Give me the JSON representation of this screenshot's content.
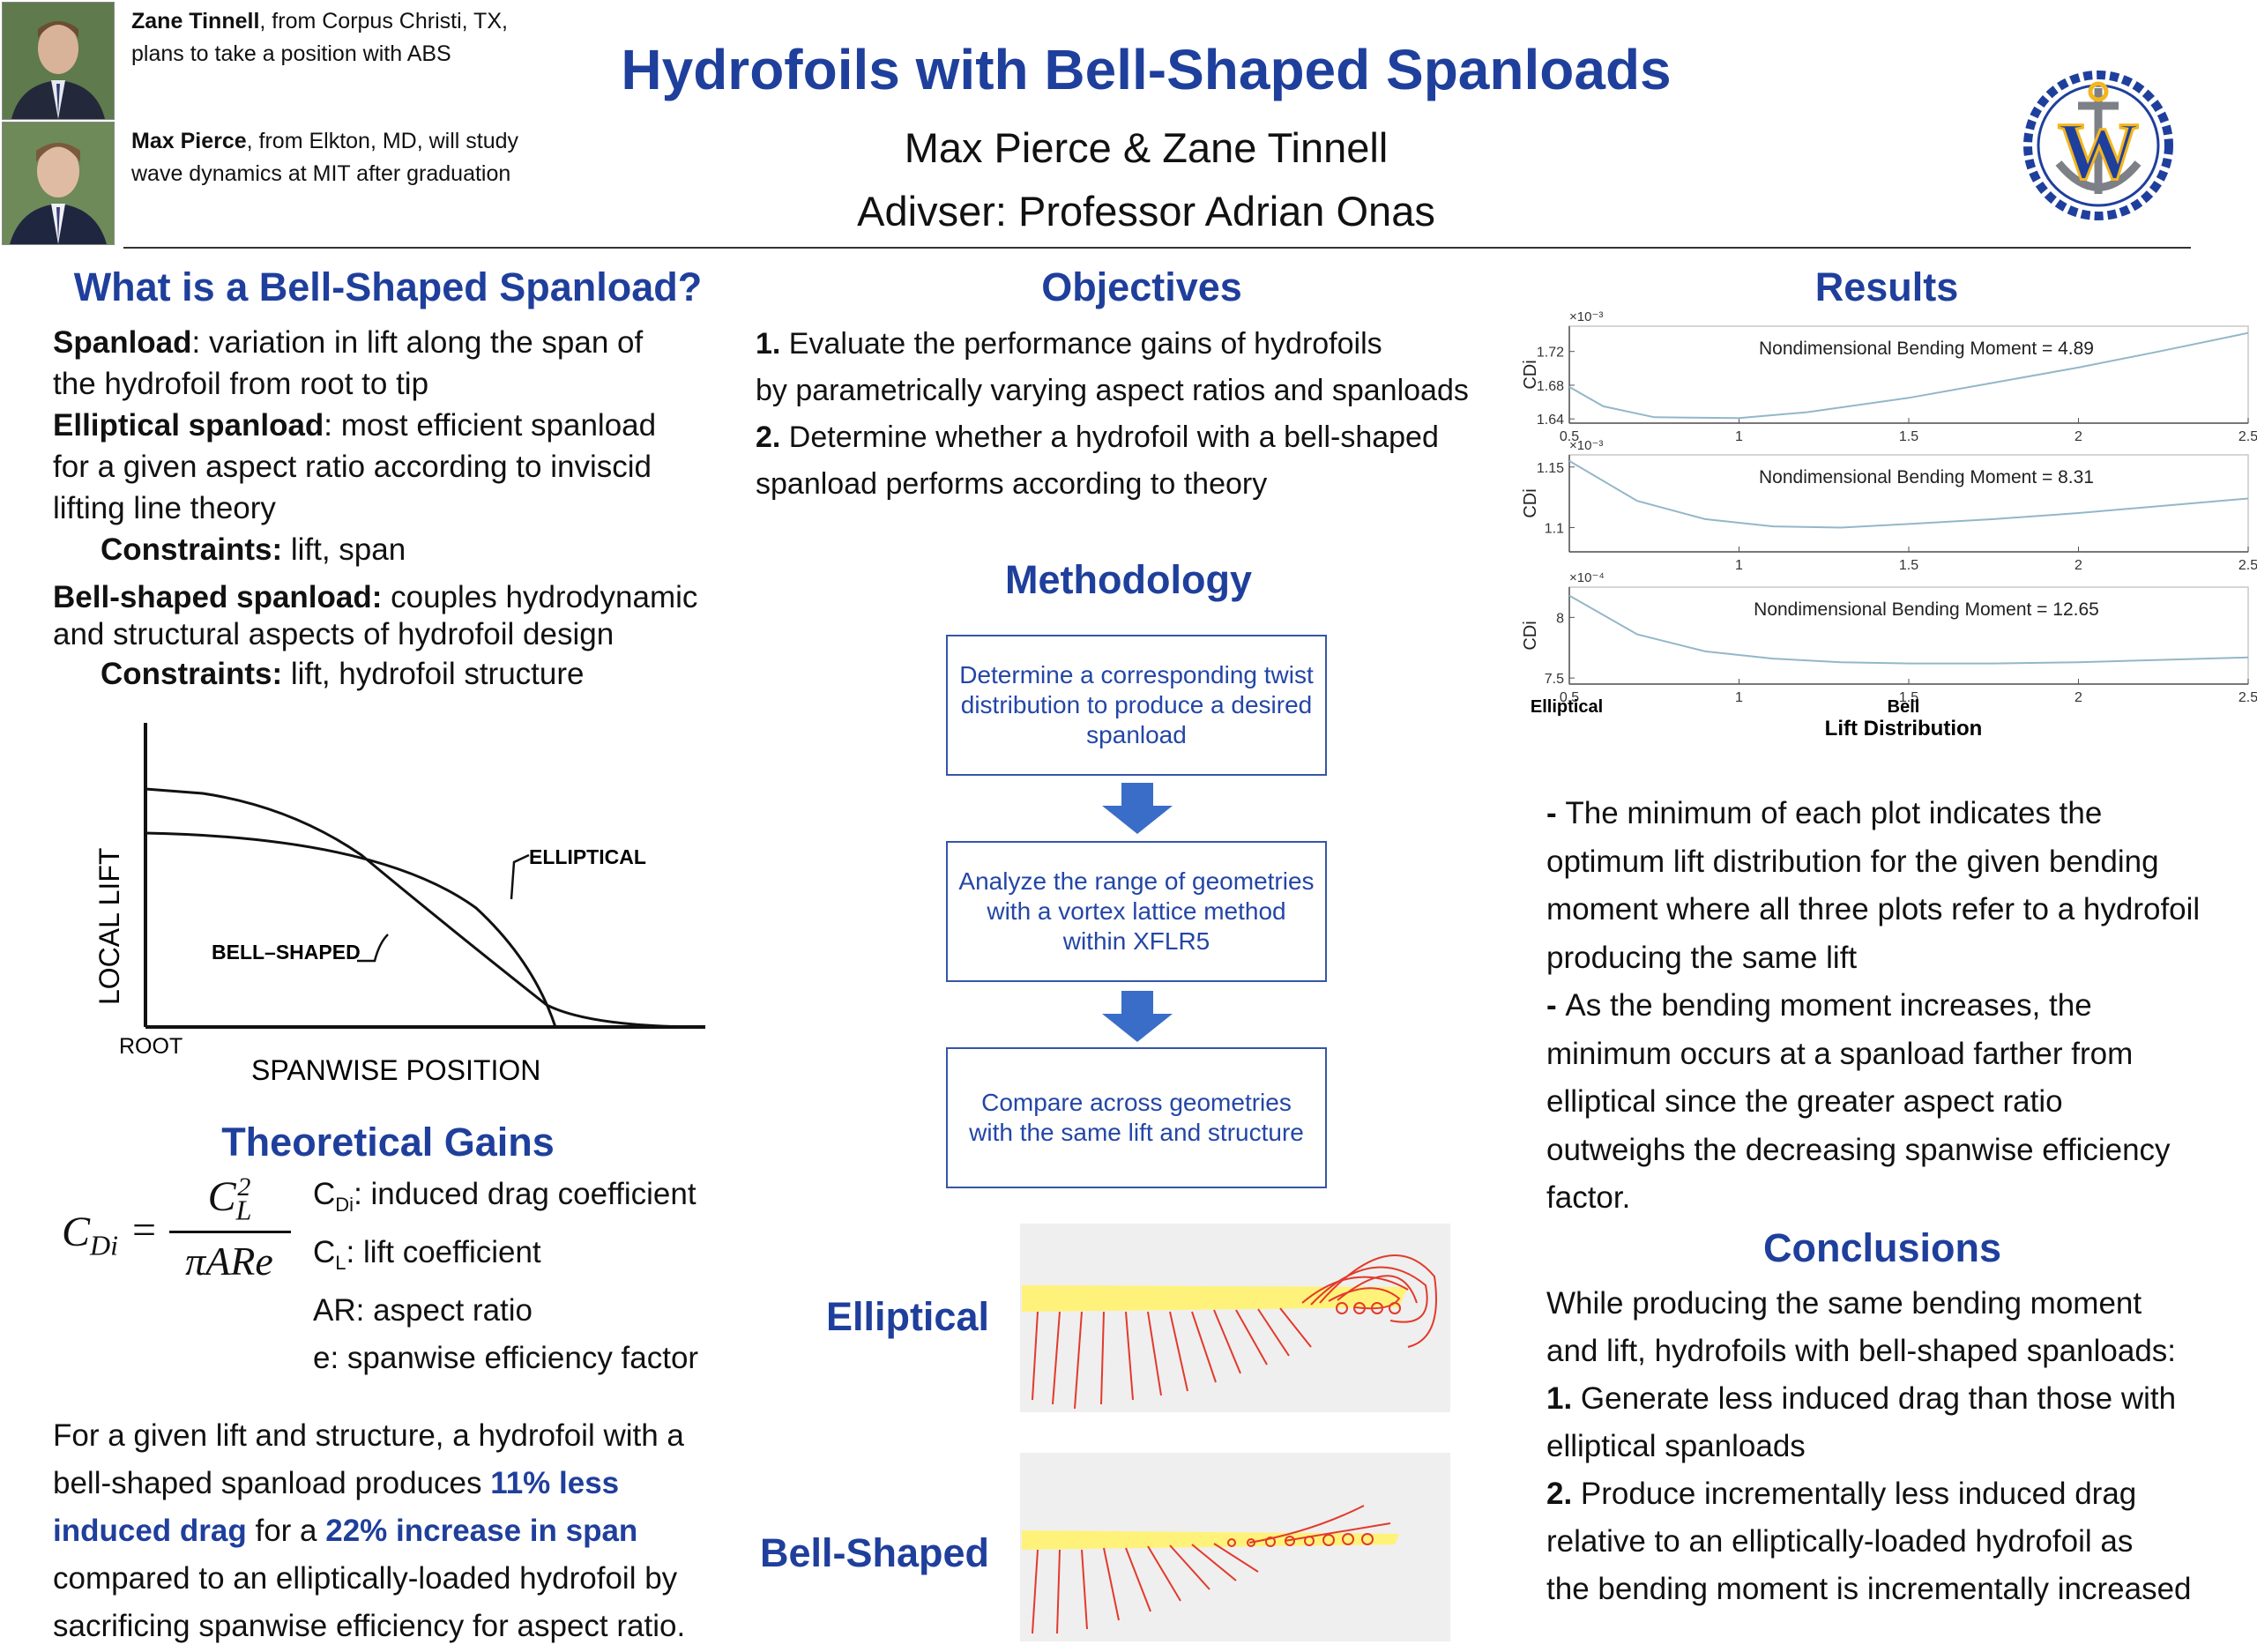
{
  "header": {
    "title": "Hydrofoils with Bell-Shaped Spanloads",
    "authors": "Max Pierce & Zane Tinnell",
    "adviser": "Adivser: Professor Adrian Onas",
    "bios": [
      {
        "name": "Zane Tinnell",
        "rest": ", from Corpus Christi, TX,",
        "line2": "plans to take a position with ABS"
      },
      {
        "name": "Max Pierce",
        "rest": ", from Elkton, MD, will study",
        "line2": "wave dynamics at MIT after graduation"
      }
    ],
    "logo_letter": "W"
  },
  "left": {
    "title": "What is a Bell-Shaped Spanload?",
    "spanload_term": "Spanload",
    "spanload_def1": ": variation in lift along the span of",
    "spanload_def2": "the hydrofoil from root to tip",
    "elliptical_term": "Elliptical spanload",
    "elliptical_def1": ": most efficient spanload",
    "elliptical_def2": "for a given aspect ratio according to inviscid",
    "elliptical_def3": "lifting line theory",
    "constraints_label": "Constraints:",
    "constraints1": " lift, span",
    "bell_term": "Bell-shaped spanload:",
    "bell_def1": " couples hydrodynamic",
    "bell_def2": "and structural aspects of hydrofoil design",
    "constraints2": " lift, hydrofoil structure",
    "figure": {
      "ylabel": "LOCAL LIFT",
      "xlabel": "SPANWISE POSITION",
      "root_label": "ROOT",
      "elliptical_label": "ELLIPTICAL",
      "bell_label": "BELL–SHAPED"
    },
    "gains_title": "Theoretical Gains",
    "eq_lhs": "C",
    "eq_lhs_sub": "Di",
    "eq_eq": "=",
    "eq_num": "C",
    "eq_num_sub": "L",
    "eq_num_sup": "2",
    "eq_den": "πARe",
    "defs": [
      {
        "sym": "C",
        "sub": "Di",
        "text": ": induced drag coefficient"
      },
      {
        "sym": "C",
        "sub": "L",
        "text": ": lift coefficient"
      },
      {
        "sym": "",
        "sub": "",
        "text": "AR: aspect ratio"
      },
      {
        "sym": "",
        "sub": "",
        "text": "e: spanwise efficiency factor"
      }
    ],
    "summary1": "For a given lift and structure, a hydrofoil with a",
    "summary2a": "bell-shaped spanload produces ",
    "summary2b": "11% less",
    "summary3a": "induced drag",
    "summary3b": " for a ",
    "summary3c": "22% increase in span",
    "summary4": "compared to an elliptically-loaded hydrofoil by",
    "summary5": "sacrificing spanwise efficiency for aspect ratio."
  },
  "middle": {
    "objectives_title": "Objectives",
    "obj1_num": "1.",
    "obj1a": " Evaluate the performance gains of hydrofoils",
    "obj1b": "by parametrically varying aspect ratios and spanloads",
    "obj2_num": "2.",
    "obj2a": " Determine whether a hydrofoil with a bell-shaped",
    "obj2b": "spanload performs according to theory",
    "method_title": "Methodology",
    "steps": [
      "Determine a corresponding twist distribution to produce a desired spanload",
      "Analyze the range of geometries with a vortex lattice method within XFLR5",
      "Compare across geometries with the same lift and structure"
    ],
    "elliptical_label": "Elliptical",
    "bell_label": "Bell-Shaped"
  },
  "right": {
    "results_title": "Results",
    "xlabel": "Lift Distribution",
    "x_left_label": "Elliptical",
    "x_bell_label": "Bell",
    "bullets": [
      {
        "dash": "- ",
        "lines": [
          "The minimum of each plot indicates the",
          "optimum lift distribution for the given bending",
          "moment where all three plots refer to a hydrofoil",
          "producing the same lift"
        ]
      },
      {
        "dash": "- ",
        "lines": [
          "As the bending moment increases, the",
          "minimum occurs at a spanload farther from",
          "elliptical since the greater aspect ratio",
          "outweighs the decreasing spanwise efficiency",
          "factor."
        ]
      }
    ],
    "conclusions_title": "Conclusions",
    "concl_intro1": "While producing the same bending moment",
    "concl_intro2": "and lift, hydrofoils with bell-shaped spanloads:",
    "concl1_num": "1.",
    "concl1a": " Generate less induced drag than those with",
    "concl1b": "elliptical spanloads",
    "concl2_num": "2.",
    "concl2a": " Produce incrementally less induced drag",
    "concl2b": "relative to an elliptically-loaded hydrofoil as",
    "concl2c": "the bending moment is incrementally increased"
  },
  "chart_data": [
    {
      "type": "line",
      "title": "Nondimensional Bending Moment = 4.89",
      "ylabel": "CDi",
      "exponent": "×10⁻³",
      "xlim": [
        0.5,
        2.5
      ],
      "ylim": [
        1.635,
        1.75
      ],
      "xticks": [
        "0.5",
        "1",
        "1.5",
        "2",
        "2.5"
      ],
      "yticks": [
        1.64,
        1.68,
        1.72
      ],
      "ytick_labels": [
        "1.64",
        "1.68",
        "1.72"
      ],
      "x": [
        0.5,
        0.6,
        0.75,
        1.0,
        1.2,
        1.5,
        1.75,
        2.0,
        2.25,
        2.5
      ],
      "y": [
        1.678,
        1.655,
        1.642,
        1.641,
        1.648,
        1.665,
        1.683,
        1.701,
        1.721,
        1.742
      ]
    },
    {
      "type": "line",
      "title": "Nondimensional Bending Moment = 8.31",
      "ylabel": "CDi",
      "exponent": "×10⁻³",
      "xlim": [
        0.5,
        2.5
      ],
      "ylim": [
        1.08,
        1.16
      ],
      "xticks": [
        "1",
        "1.5",
        "2",
        "2.5"
      ],
      "yticks": [
        1.1,
        1.15
      ],
      "ytick_labels": [
        "1.1",
        "1.15"
      ],
      "x": [
        0.5,
        0.7,
        0.9,
        1.1,
        1.3,
        1.5,
        1.75,
        2.0,
        2.25,
        2.5
      ],
      "y": [
        1.155,
        1.122,
        1.107,
        1.101,
        1.1,
        1.103,
        1.107,
        1.112,
        1.118,
        1.124
      ]
    },
    {
      "type": "line",
      "title": "Nondimensional Bending Moment = 12.65",
      "ylabel": "CDi",
      "exponent": "×10⁻⁴",
      "xlim": [
        0.5,
        2.5
      ],
      "ylim": [
        7.45,
        8.25
      ],
      "xticks": [
        "0.5",
        "1",
        "1.5",
        "2",
        "2.5"
      ],
      "yticks": [
        7.5,
        8
      ],
      "ytick_labels": [
        "7.5",
        "8"
      ],
      "x": [
        0.5,
        0.7,
        0.9,
        1.1,
        1.3,
        1.5,
        1.75,
        2.0,
        2.25,
        2.5
      ],
      "y": [
        8.18,
        7.86,
        7.72,
        7.66,
        7.63,
        7.62,
        7.62,
        7.63,
        7.65,
        7.67
      ]
    }
  ]
}
